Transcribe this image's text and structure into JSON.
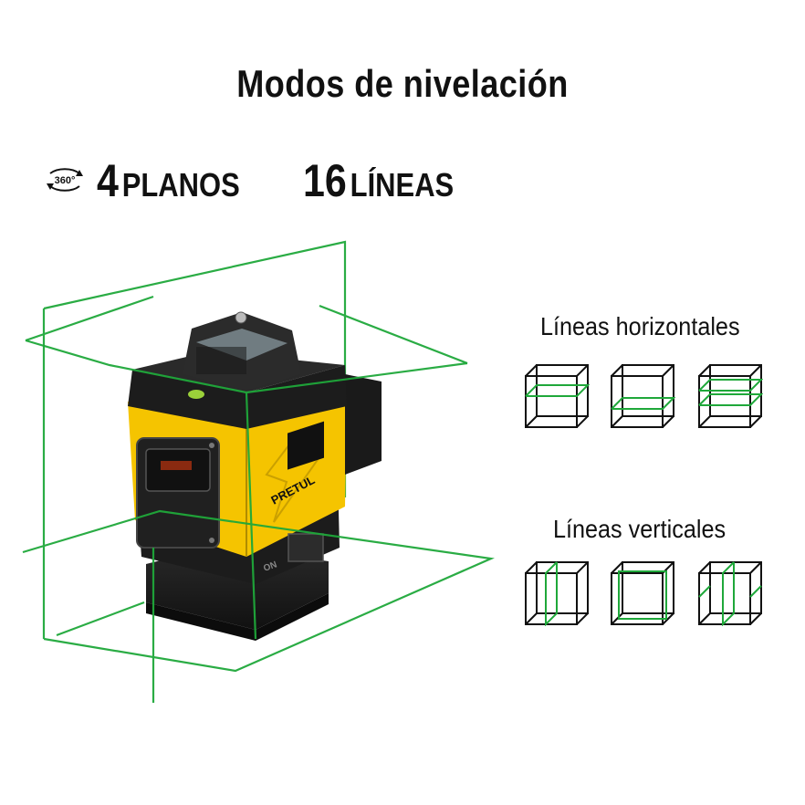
{
  "header": {
    "title": "Modos de nivelación"
  },
  "specs": {
    "rotation_icon_label": "360°",
    "planes": {
      "value": "4",
      "label": "PLANOS"
    },
    "lines": {
      "value": "16",
      "label": "LÍNEAS"
    }
  },
  "device": {
    "brand": "PRETUL",
    "base_mark": "ON"
  },
  "horizontal": {
    "label": "Líneas horizontales"
  },
  "vertical": {
    "label": "Líneas verticales"
  },
  "colors": {
    "laser": "#1fa83a",
    "body": "#f5c400",
    "dark": "#1c1c1c",
    "outline": "#111111"
  }
}
